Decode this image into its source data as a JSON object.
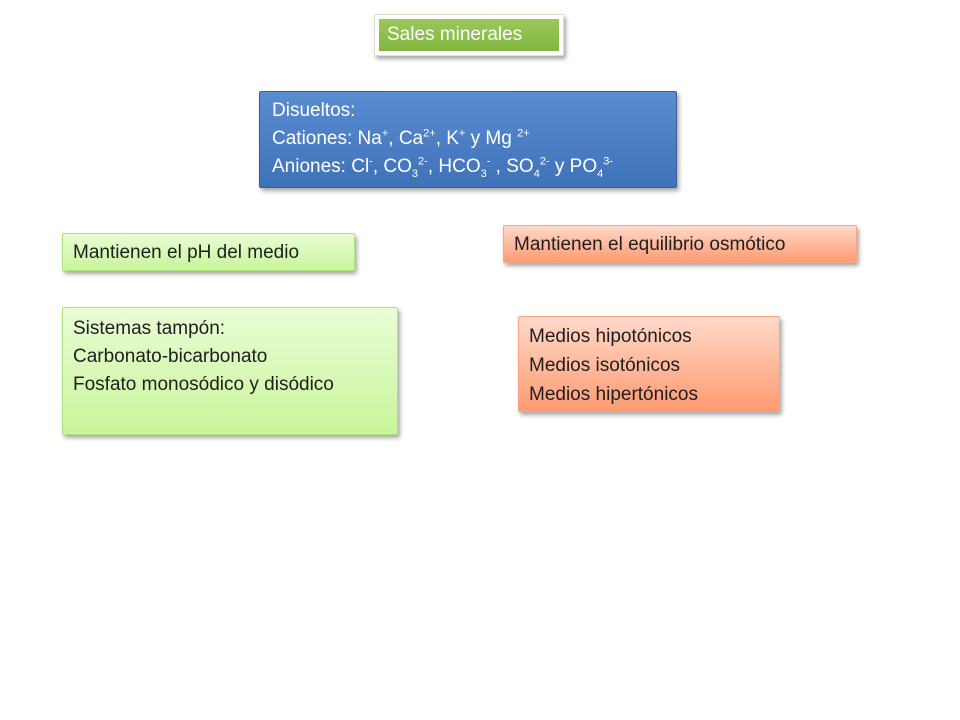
{
  "title": "Sales minerales",
  "dissolved": {
    "heading": "Disueltos:",
    "cations_prefix": "Cationes: Na",
    "cations_na_charge": "+",
    "cations_sep1": ", Ca",
    "cations_ca_charge": "2+",
    "cations_sep2": ", K",
    "cations_k_charge": "+",
    "cations_sep3": " y Mg ",
    "cations_mg_charge": "2+",
    "anions_prefix": "Aniones: Cl",
    "anions_cl_charge": "-",
    "anions_co": ", CO",
    "anions_co_sub": "3",
    "anions_co_charge": "2-",
    "anions_hco": ", HCO",
    "anions_hco_sub": "3",
    "anions_hco_charge": "-",
    "anions_so": " , SO",
    "anions_so_sub": "4",
    "anions_so_charge": "2-",
    "anions_po": " y PO",
    "anions_po_sub": "4",
    "anions_po_charge": "3-"
  },
  "ph_label": "Mantienen el pH del medio",
  "buffer": {
    "heading": "Sistemas tampón:",
    "items": [
      "Carbonato-bicarbonato",
      "Fosfato monosódico y disódico"
    ]
  },
  "osmotic_label": "Mantienen el equilibrio osmótico",
  "media": {
    "items": [
      "Medios hipotónicos",
      "Medios isotónicos",
      "Medios hipertónicos"
    ]
  },
  "colors": {
    "title": "#8cbd4a",
    "dissolved": "#4a7fc4",
    "green_boxes": "#d9f9b8",
    "orange_boxes": "#ffb592"
  }
}
